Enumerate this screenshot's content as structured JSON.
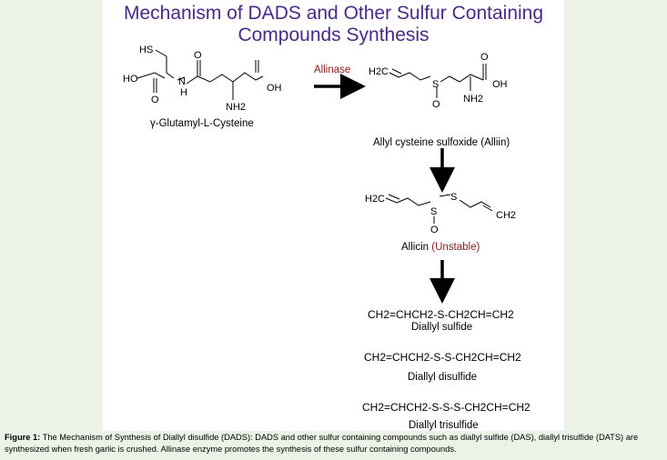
{
  "figure": {
    "title_line1": "Mechanism of DADS and Other Sulfur Containing",
    "title_line2": "Compounds Synthesis",
    "gamma_glu_cys": {
      "name": "γ-Glutamyl-L-Cysteine",
      "atoms": {
        "hs": "HS",
        "ho": "HO",
        "o1": "O",
        "n": "N",
        "h": "H",
        "o2": "O",
        "oh": "OH",
        "nh2": "NH2"
      }
    },
    "enzyme_label": "Allinase",
    "alliin": {
      "name": "Allyl cysteine sulfoxide (Alliin)",
      "atoms": {
        "h2c": "H2C",
        "s": "S",
        "o_sulf": "O",
        "o_carb": "O",
        "oh": "OH",
        "nh2": "NH2"
      }
    },
    "allicin": {
      "name": "Allicin",
      "status": "(Unstable)",
      "atoms": {
        "h2c": "H2C",
        "s1": "S",
        "s2": "S",
        "o": "O",
        "ch2": "CH2"
      }
    },
    "products": [
      {
        "formula": "CH2=CHCH2-S-CH2CH=CH2",
        "name": "Diallyl sulfide"
      },
      {
        "formula": "CH2=CHCH2-S-S-CH2CH=CH2",
        "name": "Diallyl disulfide"
      },
      {
        "formula": "CH2=CHCH2-S-S-S-CH2CH=CH2",
        "name": "Diallyl trisulfide"
      }
    ],
    "colors": {
      "title": "#4b2a86",
      "unstable": "#8b1a1a",
      "background": "#ecf3e6"
    }
  },
  "caption": {
    "label": "Figure 1:",
    "text": "The Mechanism of Synthesis of Diallyl disulfide (DADS):  DADS and other sulfur containing compounds such as diallyl sulfide (DAS), diallyl trisulfide (DATS) are synthesized when fresh garlic is crushed.  Allinase enzyme promotes the synthesis of these sulfur containing compounds."
  }
}
